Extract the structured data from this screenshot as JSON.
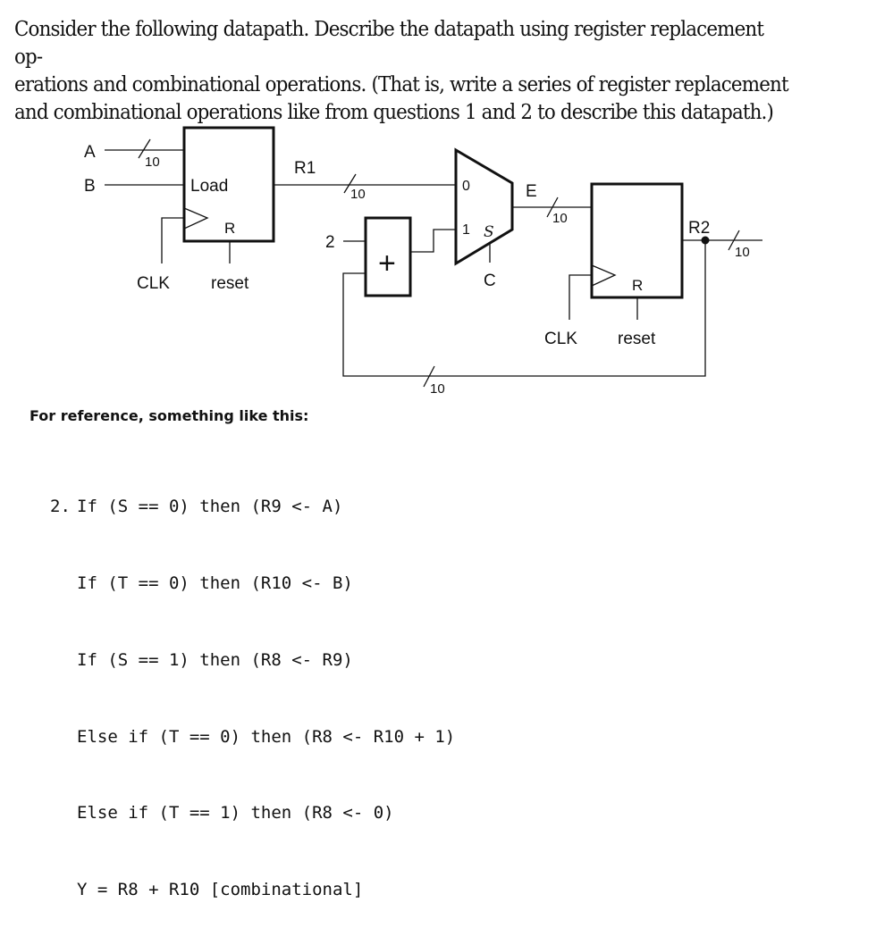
{
  "question": {
    "lines": [
      "Consider the following datapath. Describe the datapath using register replacement op-",
      "erations and combinational operations. (That is, write a series of register replacement",
      "and combinational operations like from questions 1 and 2 to describe this datapath.)"
    ]
  },
  "diagram": {
    "inputs": {
      "a": "A",
      "b": "B"
    },
    "register1": {
      "output_label": "R1",
      "load_label": "Load",
      "reset_pin": "R",
      "clock_label": "CLK",
      "reset_label": "reset"
    },
    "bus_width_labels": {
      "a_input": "10",
      "r1_output": "10",
      "mux_output": "10",
      "r2_output": "10",
      "feedback": "10"
    },
    "adder": {
      "symbol": "+",
      "constant_input": "2"
    },
    "mux": {
      "input0": "0",
      "input1": "1",
      "select_pin": "S",
      "select_label": "C",
      "output_label": "E"
    },
    "register2": {
      "output_label": "R2",
      "reset_pin": "R",
      "clock_label": "CLK",
      "reset_label": "reset"
    }
  },
  "reference": {
    "heading": "For reference, something like this:",
    "item_number": "2.",
    "lines": [
      "If (S == 0) then (R9 <- A)",
      "If (T == 0) then (R10 <- B)",
      "If (S == 1) then (R8 <- R9)",
      "Else if (T == 0) then (R8 <- R10 + 1)",
      "Else if (T == 1) then (R8 <- 0)",
      "Y = R8 + R10 [combinational]"
    ]
  }
}
